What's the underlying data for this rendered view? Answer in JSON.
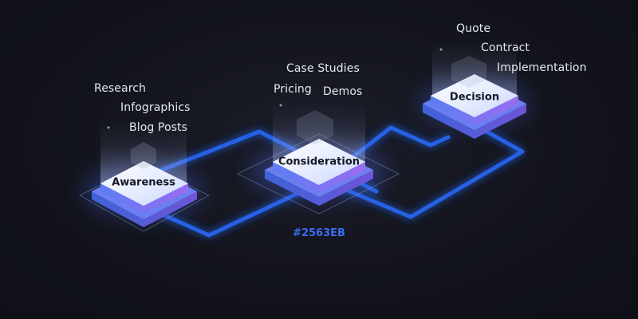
{
  "stages": [
    {
      "name": "Awareness",
      "items": [
        "Research",
        "Infographics",
        "Blog Posts"
      ]
    },
    {
      "name": "Consideration",
      "items": [
        "Case Studies",
        "Pricing",
        "Demos"
      ]
    },
    {
      "name": "Decision",
      "items": [
        "Quote",
        "Contract",
        "Implementation"
      ]
    }
  ],
  "path_color_label": "#2563EB",
  "colors": {
    "path": "#2563EB",
    "background": "#13141D",
    "node_top": "#E4ECFF",
    "node_side": "#6C7CF5"
  }
}
